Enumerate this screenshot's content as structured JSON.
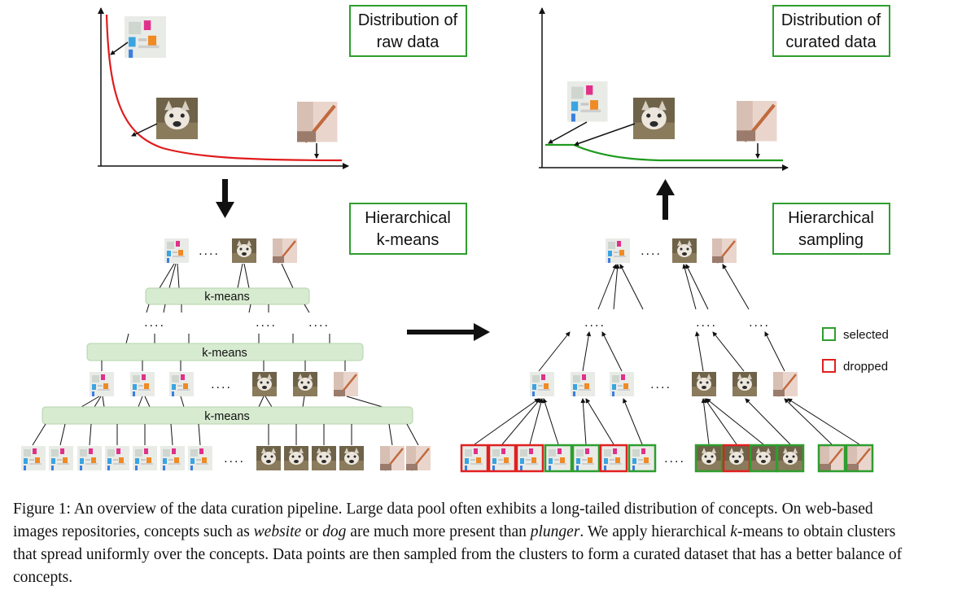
{
  "boxes": {
    "raw": [
      "Distribution of",
      "raw data"
    ],
    "curated": [
      "Distribution of",
      "curated data"
    ],
    "kmeans": [
      "Hierarchical",
      "k-means"
    ],
    "sampling": [
      "Hierarchical",
      "sampling"
    ]
  },
  "kmeans_label": "k-means",
  "dots": "....",
  "legend": {
    "selected": "selected",
    "dropped": "dropped"
  },
  "colors": {
    "raw_curve": "#e01b1b",
    "curated_curve": "#1f9a1f",
    "kmeans_bar": "#d7ebd1",
    "box_border": "#2e9e2e",
    "selected": "#2e9e2e",
    "dropped": "#e02020"
  },
  "caption": {
    "p1": "Figure 1: An overview of the data curation pipeline. Large data pool often exhibits a long-tailed distribution of concepts. On web-based images repositories, concepts such as ",
    "w1": "website",
    "p2": " or ",
    "w2": "dog",
    "p3": " are much more present than ",
    "w3": "plunger",
    "p4": ". We apply hierarchical ",
    "w4": "k",
    "p5": "-means to obtain clusters that spread uniformly over the concepts. Data points are then sampled from the clusters to form a curated dataset that has a better balance of concepts."
  },
  "bottom_row_frames": [
    "dropped",
    "dropped",
    "dropped",
    "selected",
    "selected",
    "dropped",
    "selected",
    "selected",
    "dropped",
    "selected",
    "selected",
    "selected",
    "selected"
  ]
}
